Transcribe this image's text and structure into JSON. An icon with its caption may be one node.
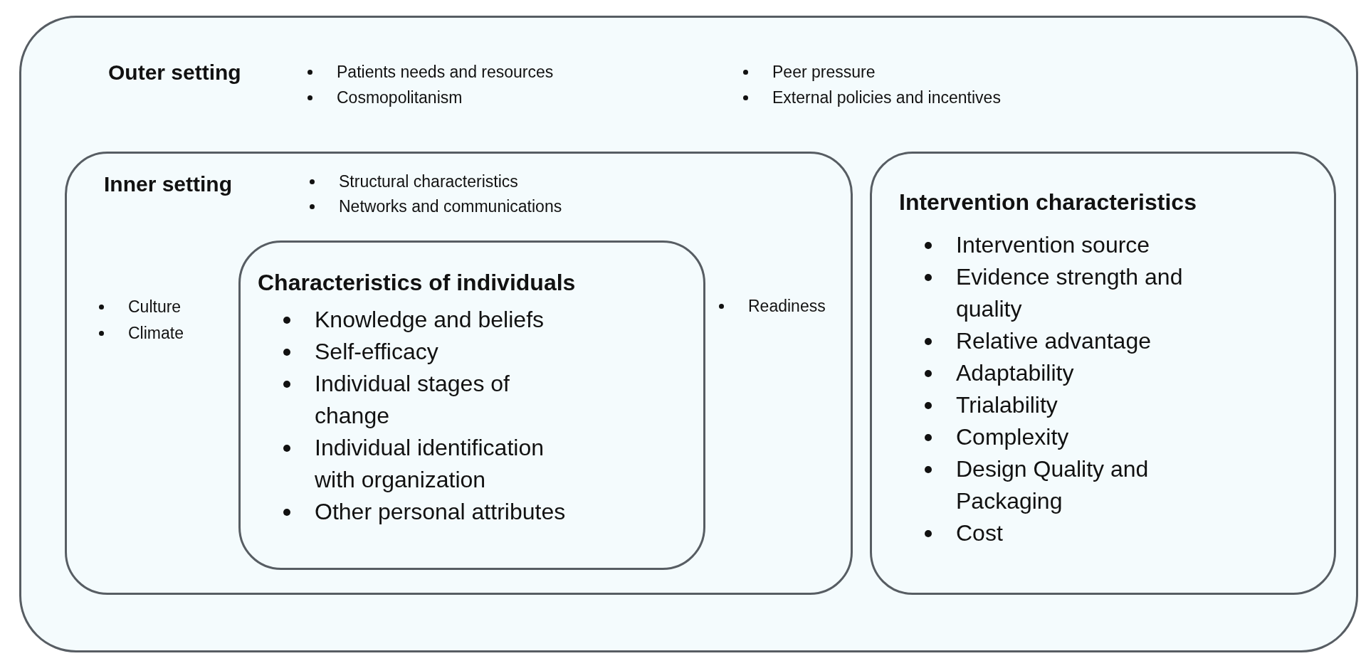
{
  "diagram": {
    "nodes": [
      {
        "text": [
          "Outer setting",
          "Patients needs and resources",
          "Cosmopolitanism",
          "Peer pressure",
          "External policies and incentives"
        ]
      },
      {
        "text": [
          "Inner setting",
          "Structural characteristics",
          "Networks and communications",
          "Culture",
          "Climate",
          "Readiness"
        ],
        "in": 0
      },
      {
        "text": [
          "Characteristics of individuals",
          "Knowledge and beliefs",
          "Self-efficacy",
          "Individual stages of change",
          "Individual identification with organization",
          "Other personal attributes"
        ],
        "in": 1
      },
      {
        "text": [
          "Intervention characteristics",
          "Intervention source",
          "Evidence strength and quality",
          "Relative advantage",
          "Adaptability",
          "Trialability",
          "Complexity",
          "Design Quality and Packaging",
          "Cost"
        ],
        "in": 0
      }
    ]
  }
}
